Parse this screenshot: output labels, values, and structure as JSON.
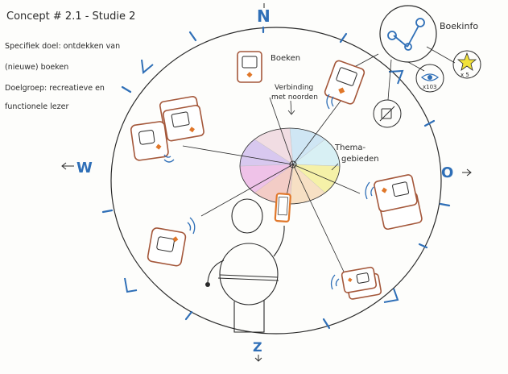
{
  "header": {
    "title": "Concept # 2.1  - Studie 2",
    "goal_line1": "Specifiek doel: ontdekken van",
    "goal_line2": "(nieuwe) boeken",
    "audience_line1": "Doelgroep: recreatieve en",
    "audience_line2": "functionele lezer"
  },
  "compass": {
    "north": "N",
    "east": "O",
    "south": "Z",
    "west": "W"
  },
  "labels": {
    "books": "Boeken",
    "connection_line1": "Verbinding",
    "connection_line2": "met noorden",
    "theme_line1": "Thema-",
    "theme_line2": "gebieden",
    "book_info": "Boekinfo"
  },
  "book_info": {
    "views_count": "x103",
    "stars_count": "x 5"
  },
  "colors": {
    "ink": "#2a2a2a",
    "compass_blue": "#2f6fb7",
    "book_brown": "#a4573a",
    "book_accent": "#e0772a",
    "star_yellow": "#f2e23a",
    "wheel": [
      "#cfe6f4",
      "#d8f0f4",
      "#f5f1a8",
      "#f7e0c4",
      "#f3ccc6",
      "#efc2e8",
      "#d8c8ef",
      "#f1dde3"
    ]
  }
}
